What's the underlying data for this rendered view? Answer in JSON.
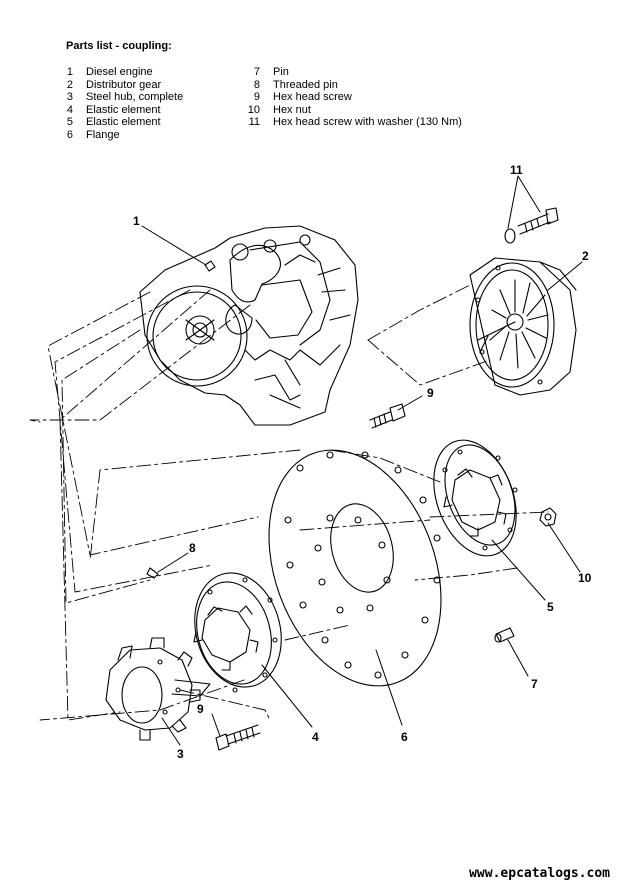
{
  "header": {
    "title": "Parts list -  coupling:"
  },
  "parts_left": [
    {
      "num": "1",
      "name": "Diesel engine"
    },
    {
      "num": "2",
      "name": "Distributor gear"
    },
    {
      "num": "3",
      "name": "Steel hub, complete"
    },
    {
      "num": "4",
      "name": "Elastic element"
    },
    {
      "num": "5",
      "name": "Elastic element"
    },
    {
      "num": "6",
      "name": "Flange"
    }
  ],
  "parts_right": [
    {
      "num": "7",
      "name": "Pin"
    },
    {
      "num": "8",
      "name": "Threaded pin"
    },
    {
      "num": "9",
      "name": "Hex head screw"
    },
    {
      "num": "10",
      "name": "Hex nut"
    },
    {
      "num": "11",
      "name": "Hex head screw with  washer (130 Nm)"
    }
  ],
  "callouts": {
    "c1": "1",
    "c2": "2",
    "c3": "3",
    "c4": "4",
    "c5": "5",
    "c6": "6",
    "c7": "7",
    "c8": "8",
    "c9a": "9",
    "c9b": "9",
    "c10": "10",
    "c11": "11"
  },
  "watermark": "www.epcatalogs.com",
  "colors": {
    "line": "#000000",
    "background": "#ffffff"
  }
}
